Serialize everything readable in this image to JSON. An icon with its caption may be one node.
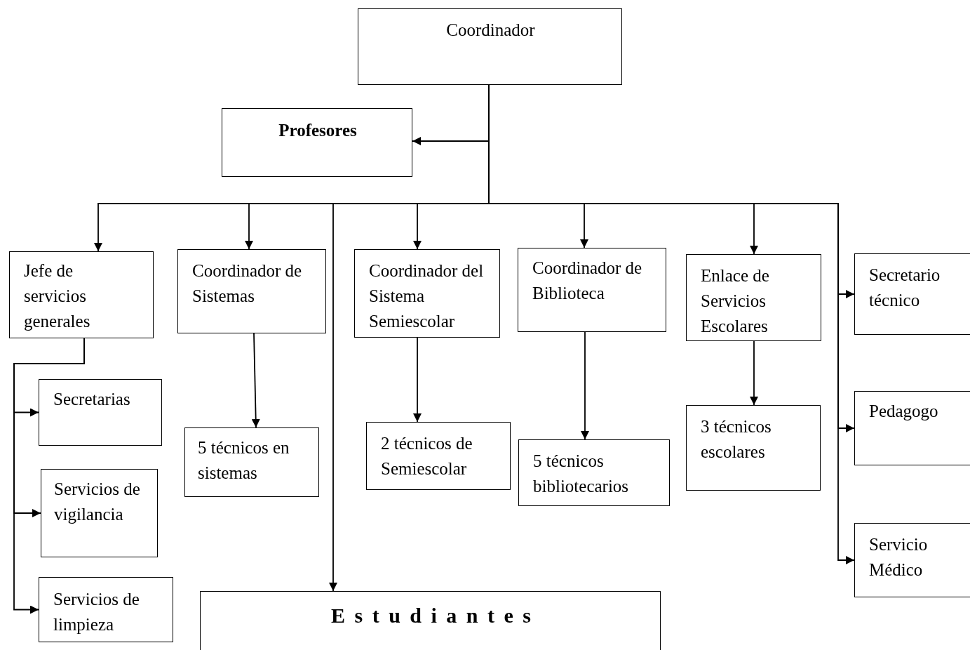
{
  "diagram": {
    "nodes": [
      {
        "text": [
          "Coordinador"
        ]
      },
      {
        "text": [
          "Profesores"
        ]
      },
      {
        "text": [
          "Jefe de servicios generales"
        ]
      },
      {
        "text": [
          "Coordinador de Sistemas"
        ]
      },
      {
        "text": [
          "Coordinador del Sistema Semiescolar"
        ]
      },
      {
        "text": [
          "Coordinador de Biblioteca"
        ]
      },
      {
        "text": [
          "Enlace de Servicios Escolares"
        ]
      },
      {
        "text": [
          "Secretario técnico"
        ]
      },
      {
        "text": [
          "Secretarias"
        ]
      },
      {
        "text": [
          "Servicios de vigilancia"
        ]
      },
      {
        "text": [
          "Servicios de limpieza"
        ]
      },
      {
        "text": [
          "5 técnicos en sistemas"
        ]
      },
      {
        "text": [
          "2 técnicos de Semiescolar"
        ]
      },
      {
        "text": [
          "5 técnicos bibliotecarios"
        ]
      },
      {
        "text": [
          "3 técnicos escolares"
        ]
      },
      {
        "text": [
          "Pedagogo"
        ]
      },
      {
        "text": [
          "Servicio Médico"
        ]
      },
      {
        "text": [
          "Estudiantes"
        ]
      }
    ],
    "edges": [
      {
        "from": 0,
        "to": 1,
        "arrow": "to"
      },
      {
        "from": 0,
        "to": 2,
        "arrow": "to"
      },
      {
        "from": 0,
        "to": 3,
        "arrow": "to"
      },
      {
        "from": 0,
        "to": 17,
        "arrow": "to"
      },
      {
        "from": 0,
        "to": 4,
        "arrow": "to"
      },
      {
        "from": 0,
        "to": 5,
        "arrow": "to"
      },
      {
        "from": 0,
        "to": 6,
        "arrow": "to"
      },
      {
        "from": 0,
        "to": 7,
        "arrow": "to"
      },
      {
        "from": 0,
        "to": 15,
        "arrow": "to"
      },
      {
        "from": 0,
        "to": 16,
        "arrow": "to"
      },
      {
        "from": 2,
        "to": 8,
        "arrow": "to"
      },
      {
        "from": 2,
        "to": 9,
        "arrow": "to"
      },
      {
        "from": 2,
        "to": 10,
        "arrow": "to"
      },
      {
        "from": 3,
        "to": 11,
        "arrow": "to"
      },
      {
        "from": 4,
        "to": 12,
        "arrow": "to"
      },
      {
        "from": 5,
        "to": 13,
        "arrow": "to"
      },
      {
        "from": 6,
        "to": 14,
        "arrow": "to"
      }
    ]
  }
}
